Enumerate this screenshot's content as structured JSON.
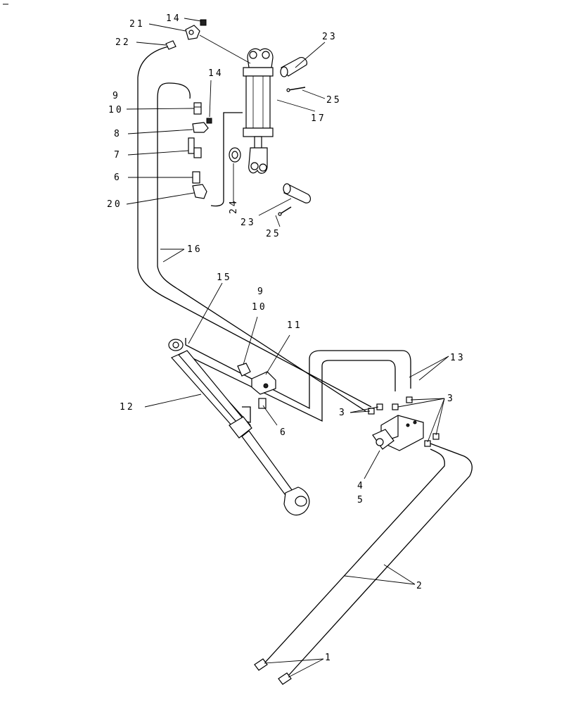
{
  "callouts": {
    "c1": "1",
    "c2": "2",
    "c3a": "3",
    "c3b": "3",
    "c4": "4",
    "c5": "5",
    "c6a": "6",
    "c6b": "6",
    "c7": "7",
    "c8": "8",
    "c9a": "9",
    "c9b": "9",
    "c10a": "10",
    "c10b": "10",
    "c11": "11",
    "c12": "12",
    "c13": "13",
    "c14a": "14",
    "c14b": "14",
    "c15": "15",
    "c16": "16",
    "c17": "17",
    "c20": "20",
    "c21": "21",
    "c22": "22",
    "c23a": "23",
    "c23b": "23",
    "c24": "24",
    "c25a": "25",
    "c25b": "25"
  }
}
